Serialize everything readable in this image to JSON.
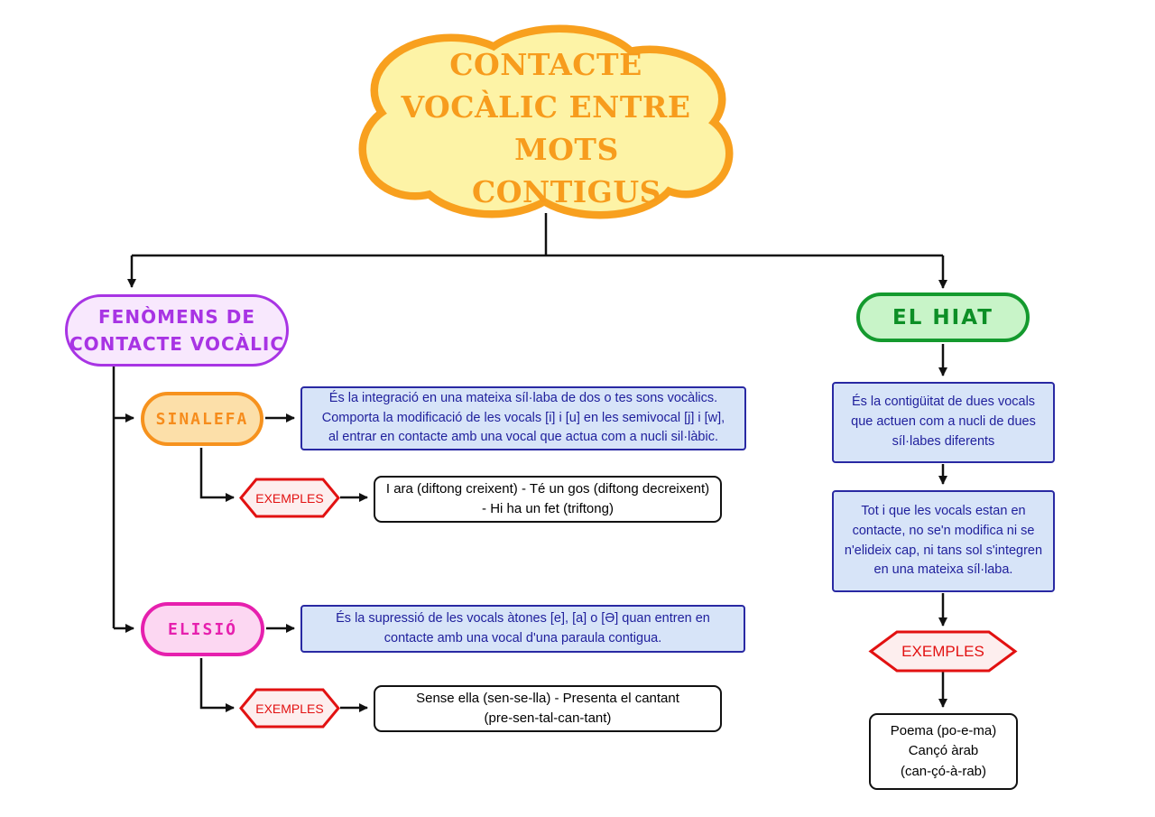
{
  "title": {
    "line1": "CONTACTE",
    "line2": "VOCÀLIC ENTRE",
    "line3": "MOTS CONTIGUS"
  },
  "left_branch": {
    "header": {
      "line1": "FENÒMENS DE",
      "line2": "CONTACTE VOCÀLIC"
    },
    "sinalefa": {
      "label": "SINALEFA",
      "definition": "És la integració en una mateixa síl·laba de dos o tes sons vocàlics.\nComporta la modificació de les vocals [i] i [u] en les semivocal [j] i [w],\nal entrar en contacte amb una vocal que actua com a nucli sil·làbic.",
      "examples_label": "EXEMPLES",
      "examples": "I ara (diftong creixent) - Té un gos (diftong decreixent)\n- Hi ha un fet (triftong)"
    },
    "elisio": {
      "label": "ELISIÓ",
      "definition": "És la supressió de les vocals àtones [e], [a] o [Ə] quan entren en\ncontacte amb una vocal d'una paraula contigua.",
      "examples_label": "EXEMPLES",
      "examples": "Sense ella (sen-se-lla) - Presenta el cantant\n(pre-sen-tal-can-tant)"
    }
  },
  "right_branch": {
    "header": "EL HIAT",
    "definition": "És la contigüitat de dues vocals\nque actuen com a nucli de dues\nsíl·labes diferents",
    "note": "Tot i que les vocals estan en\ncontacte, no se'n modifica ni se\nn'elideix cap, ni tans sol s'integren\nen una mateixa síl·laba.",
    "examples_label": "EXEMPLES",
    "examples": "Poema (po-e-ma)\nCançó àrab\n(can-çó-à-rab)"
  },
  "colors": {
    "cloud_fill": "#fdf3a6",
    "cloud_border": "#f8a01e",
    "title_text": "#f79c1d",
    "purple": "#a834e4",
    "purple_fill": "#f8e8fd",
    "green": "#149a2e",
    "green_fill": "#c8f4c8",
    "orange": "#f6921e",
    "orange_fill": "#fcdfa9",
    "magenta": "#e620ae",
    "magenta_fill": "#fcd7f2",
    "red": "#e21111",
    "red_fill": "#fdeeee",
    "blue_border": "#2929a3",
    "blue_fill": "#d7e4f8",
    "blue_text": "#1f1f9c",
    "connector": "#111111"
  }
}
